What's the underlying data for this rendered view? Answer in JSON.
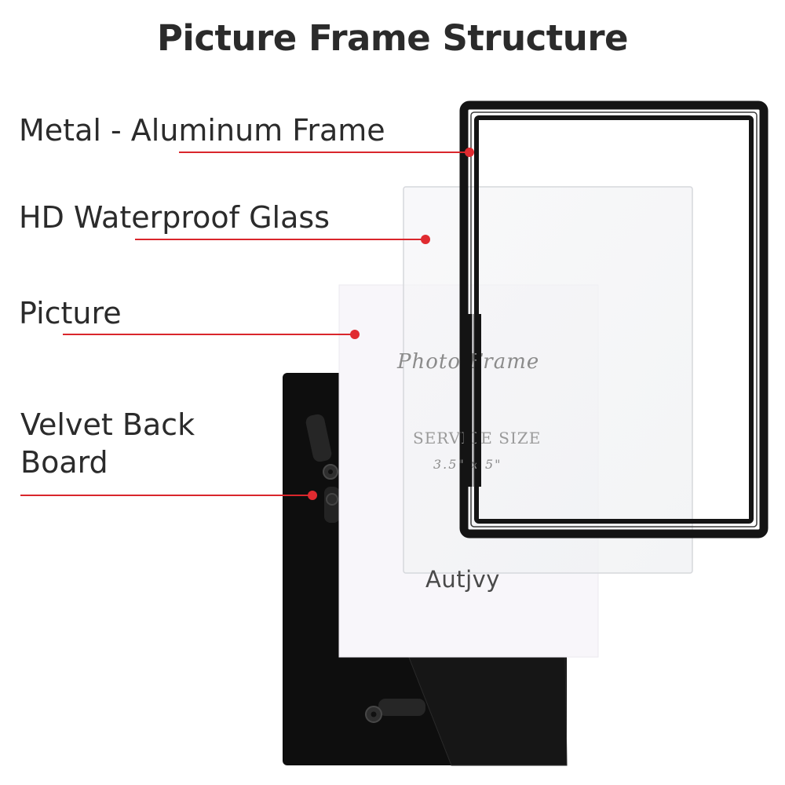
{
  "title": "Picture Frame Structure",
  "labels": {
    "frame": "Metal - Aluminum Frame",
    "glass": "HD Waterproof Glass",
    "picture": "Picture",
    "backboard_line1": "Velvet Back",
    "backboard_line2": "Board"
  },
  "picture_insert": {
    "script_text": "Photo Frame",
    "service_text": "SERVICE SIZE",
    "size_text": "3.5\" x 5\"",
    "brand": "Autjvy"
  },
  "colors": {
    "leader": "#d9262c",
    "frame": "#141414",
    "velvet": "#0e0e0e",
    "text": "#2b2b2b"
  }
}
